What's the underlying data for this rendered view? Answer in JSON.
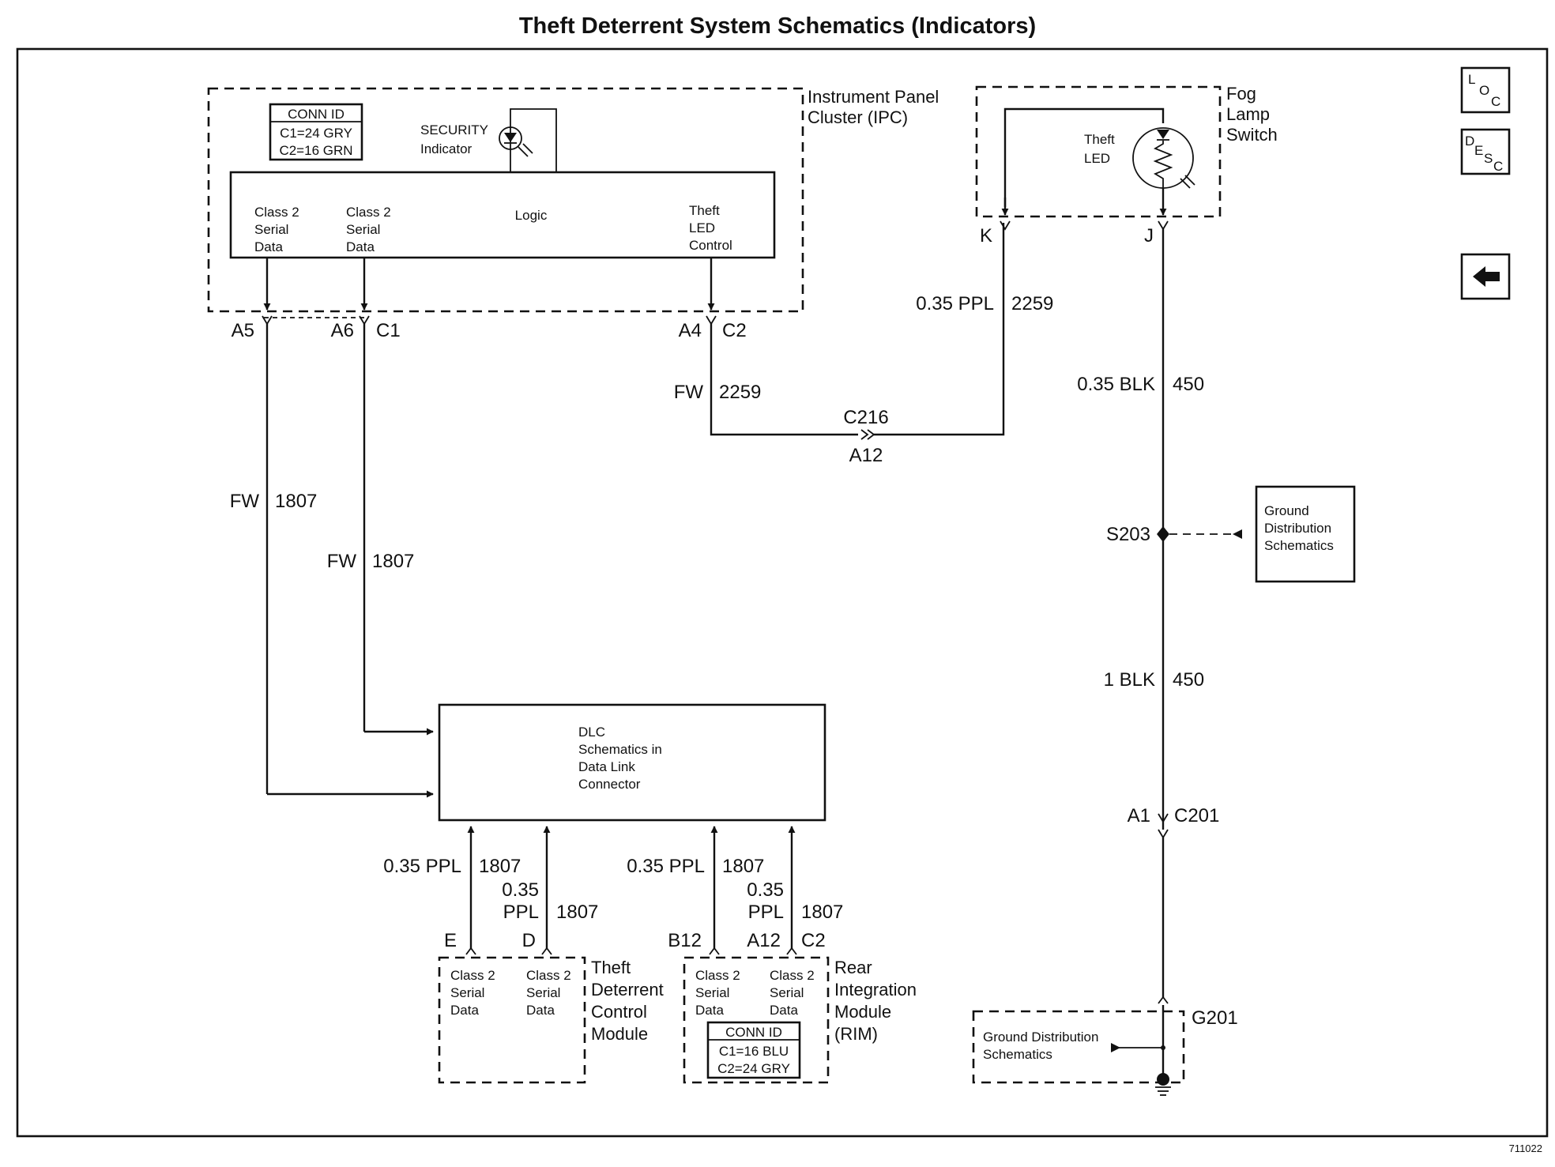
{
  "title": "Theft Deterrent System Schematics (Indicators)",
  "figure_number": "711022",
  "nav_icons": {
    "loc": [
      "L",
      "O",
      "C"
    ],
    "desc": [
      "D",
      "E",
      "S",
      "C"
    ],
    "back": "back-arrow"
  },
  "ipc": {
    "name_lines": [
      "Instrument Panel",
      "Cluster (IPC)"
    ],
    "conn_id": {
      "header": "CONN ID",
      "lines": [
        "C1=24 GRY",
        "C2=16 GRN"
      ]
    },
    "security_indicator": [
      "SECURITY",
      "Indicator"
    ],
    "logic": "Logic",
    "left_label": [
      "Class 2",
      "Serial",
      "Data"
    ],
    "mid_label": [
      "Class 2",
      "Serial",
      "Data"
    ],
    "right_label": [
      "Theft",
      "LED",
      "Control"
    ],
    "pins": {
      "a5": "A5",
      "a6": "A6",
      "c1": "C1",
      "a4": "A4",
      "c2": "C2"
    }
  },
  "fog_lamp_switch": {
    "name_lines": [
      "Fog",
      "Lamp",
      "Switch"
    ],
    "led_label": [
      "Theft",
      "LED"
    ],
    "pins": {
      "k": "K",
      "j": "J"
    }
  },
  "wires": {
    "fw_1807_left": {
      "color": "FW",
      "circuit": "1807"
    },
    "fw_1807_right": {
      "color": "FW",
      "circuit": "1807"
    },
    "fw_2259": {
      "color": "FW",
      "circuit": "2259"
    },
    "ppl_2259": {
      "color": "0.35 PPL",
      "circuit": "2259"
    },
    "blk_035": {
      "color": "0.35 BLK",
      "circuit": "450"
    },
    "blk_1": {
      "color": "1 BLK",
      "circuit": "450"
    },
    "tdcm_e": {
      "color": "0.35 PPL",
      "circuit": "1807"
    },
    "tdcm_d": {
      "color_lines": [
        "0.35",
        "PPL"
      ],
      "circuit": "1807"
    },
    "rim_b12": {
      "color": "0.35 PPL",
      "circuit": "1807"
    },
    "rim_a12": {
      "color_lines": [
        "0.35",
        "PPL"
      ],
      "circuit": "1807"
    }
  },
  "connector_c216": {
    "top": "C216",
    "bottom": "A12"
  },
  "splice": "S203",
  "ground_dist_box": [
    "Ground",
    "Distribution",
    "Schematics"
  ],
  "connector_c201": {
    "left": "A1",
    "right": "C201"
  },
  "ground_g201": {
    "label": "G201",
    "box_lines": [
      "Ground Distribution",
      "Schematics"
    ]
  },
  "dlc": [
    "DLC",
    "Schematics in",
    "Data Link",
    "Connector"
  ],
  "tdcm": {
    "name_lines": [
      "Theft",
      "Deterrent",
      "Control",
      "Module"
    ],
    "label_left": [
      "Class 2",
      "Serial",
      "Data"
    ],
    "label_right": [
      "Class 2",
      "Serial",
      "Data"
    ],
    "pins": {
      "e": "E",
      "d": "D"
    }
  },
  "rim": {
    "name_lines": [
      "Rear",
      "Integration",
      "Module",
      "(RIM)"
    ],
    "label_left": [
      "Class 2",
      "Serial",
      "Data"
    ],
    "label_right": [
      "Class 2",
      "Serial",
      "Data"
    ],
    "conn_id": {
      "header": "CONN ID",
      "lines": [
        "C1=16 BLU",
        "C2=24 GRY"
      ]
    },
    "pins": {
      "b12": "B12",
      "a12": "A12",
      "c2": "C2"
    }
  }
}
